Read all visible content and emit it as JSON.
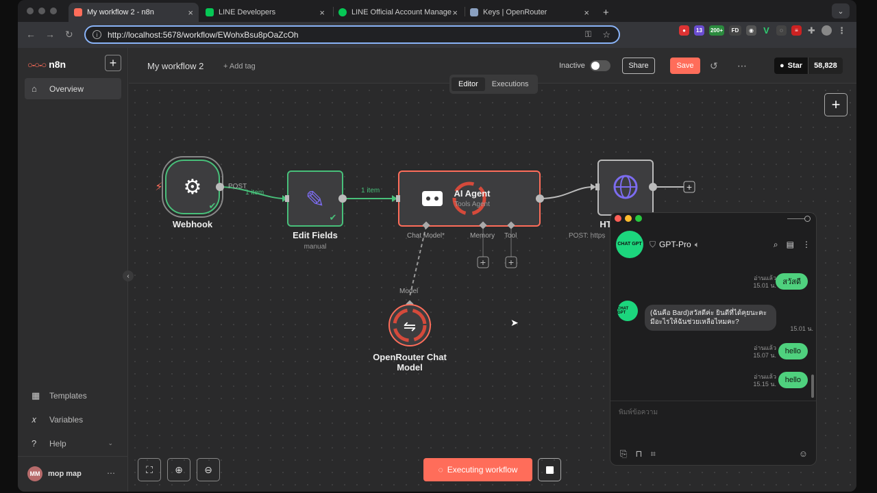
{
  "browser": {
    "tabs": [
      {
        "title": "My workflow 2 - n8n",
        "color": "#ff6d5a"
      },
      {
        "title": "LINE Developers",
        "color": "#06c755"
      },
      {
        "title": "LINE Official Account Manage",
        "color": "#06c755"
      },
      {
        "title": "Keys | OpenRouter",
        "color": "#8aa0c0"
      }
    ],
    "new_tab": "+",
    "url": "http://localhost:5678/workflow/EWohxBsu8pOaZcOh",
    "ext_badges": [
      "13",
      "200+",
      "FD"
    ]
  },
  "sidebar": {
    "brand": "n8n",
    "items": [
      {
        "label": "Overview"
      },
      {
        "label": "Templates"
      },
      {
        "label": "Variables"
      },
      {
        "label": "Help"
      }
    ],
    "user": {
      "initials": "MM",
      "name": "mop map"
    }
  },
  "header": {
    "title": "My workflow 2",
    "add_tag": "+ Add tag",
    "status": "Inactive",
    "share": "Share",
    "save": "Save",
    "github_star": "Star",
    "github_count": "58,828"
  },
  "canvas": {
    "tabs": [
      "Editor",
      "Executions"
    ],
    "nodes": {
      "webhook": {
        "label": "Webhook",
        "port": "POST"
      },
      "edit_fields": {
        "label": "Edit Fields",
        "sub": "manual"
      },
      "ai_agent": {
        "label": "AI Agent",
        "sub": "Tools Agent",
        "ports": [
          "Chat Model*",
          "Memory",
          "Tool"
        ]
      },
      "http": {
        "label": "HTT",
        "sub": "POST: https"
      },
      "openrouter": {
        "label": "OpenRouter Chat Model",
        "port": "Model"
      }
    },
    "wire_labels": [
      "1 item",
      "1 item"
    ],
    "execute_label": "Executing workflow"
  },
  "chat": {
    "bot_name": "GPT-Pro",
    "avatar_text": "CHAT GPT",
    "messages": [
      {
        "dir": "out",
        "text": "สวัสดี",
        "read": "อ่านแล้ว",
        "time": "15.01 น."
      },
      {
        "dir": "in",
        "text": "(ฉันคือ Bard)สวัสดีค่ะ ยินดีที่ได้คุยนะคะ มีอะไรให้ฉันช่วยเหลือไหมคะ?",
        "time": "15.01 น."
      },
      {
        "dir": "out",
        "text": "hello",
        "read": "อ่านแล้ว",
        "time": "15.07 น."
      },
      {
        "dir": "out",
        "text": "hello",
        "read": "อ่านแล้ว",
        "time": "15.15 น."
      }
    ],
    "placeholder": "พิมพ์ข้อความ"
  }
}
